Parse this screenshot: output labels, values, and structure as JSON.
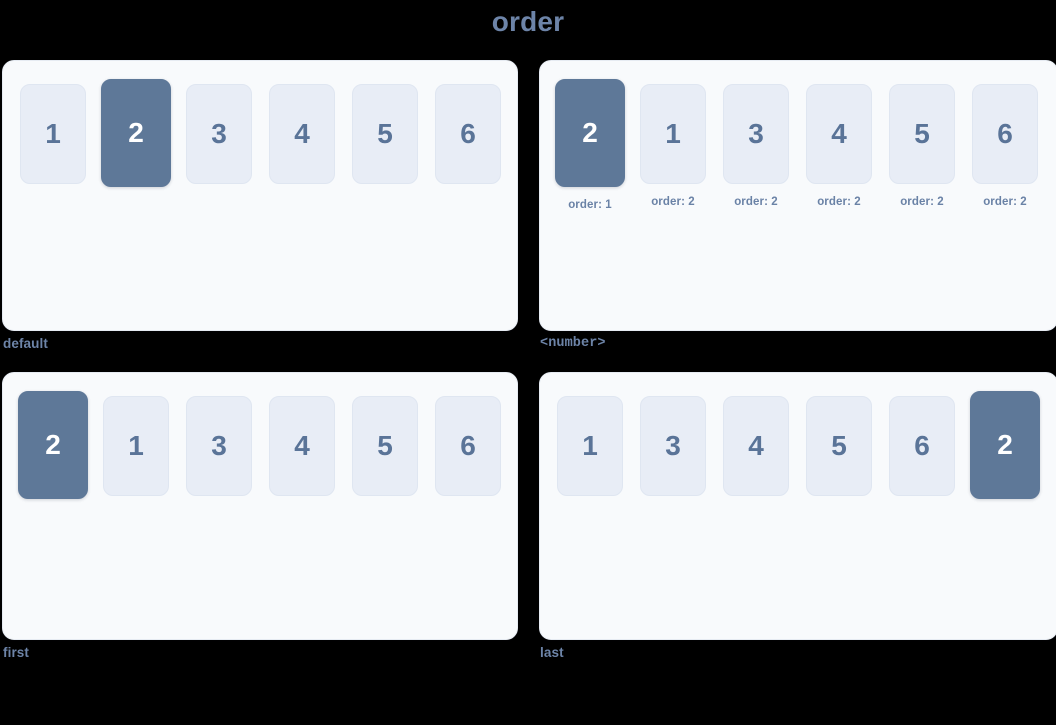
{
  "title": "order",
  "colors": {
    "page_background": "#000000",
    "panel_background": "#f8fafc",
    "card_background": "#e8edf6",
    "card_active_background": "#5e7898",
    "card_text": "#5a7498",
    "card_active_text": "#ffffff",
    "label_text": "#6d84a8"
  },
  "panels": [
    {
      "caption": "default",
      "caption_style": "plain",
      "items": [
        {
          "label": "1",
          "active": false
        },
        {
          "label": "2",
          "active": true
        },
        {
          "label": "3",
          "active": false
        },
        {
          "label": "4",
          "active": false
        },
        {
          "label": "5",
          "active": false
        },
        {
          "label": "6",
          "active": false
        }
      ]
    },
    {
      "caption": "<number>",
      "caption_style": "mono",
      "items": [
        {
          "label": "2",
          "active": true,
          "order": "order: 1"
        },
        {
          "label": "1",
          "active": false,
          "order": "order: 2"
        },
        {
          "label": "3",
          "active": false,
          "order": "order: 2"
        },
        {
          "label": "4",
          "active": false,
          "order": "order: 2"
        },
        {
          "label": "5",
          "active": false,
          "order": "order: 2"
        },
        {
          "label": "6",
          "active": false,
          "order": "order: 2"
        }
      ]
    },
    {
      "caption": "first",
      "caption_style": "plain",
      "items": [
        {
          "label": "2",
          "active": true
        },
        {
          "label": "1",
          "active": false
        },
        {
          "label": "3",
          "active": false
        },
        {
          "label": "4",
          "active": false
        },
        {
          "label": "5",
          "active": false
        },
        {
          "label": "6",
          "active": false
        }
      ]
    },
    {
      "caption": "last",
      "caption_style": "plain",
      "items": [
        {
          "label": "1",
          "active": false
        },
        {
          "label": "3",
          "active": false
        },
        {
          "label": "4",
          "active": false
        },
        {
          "label": "5",
          "active": false
        },
        {
          "label": "6",
          "active": false
        },
        {
          "label": "2",
          "active": true
        }
      ]
    }
  ]
}
